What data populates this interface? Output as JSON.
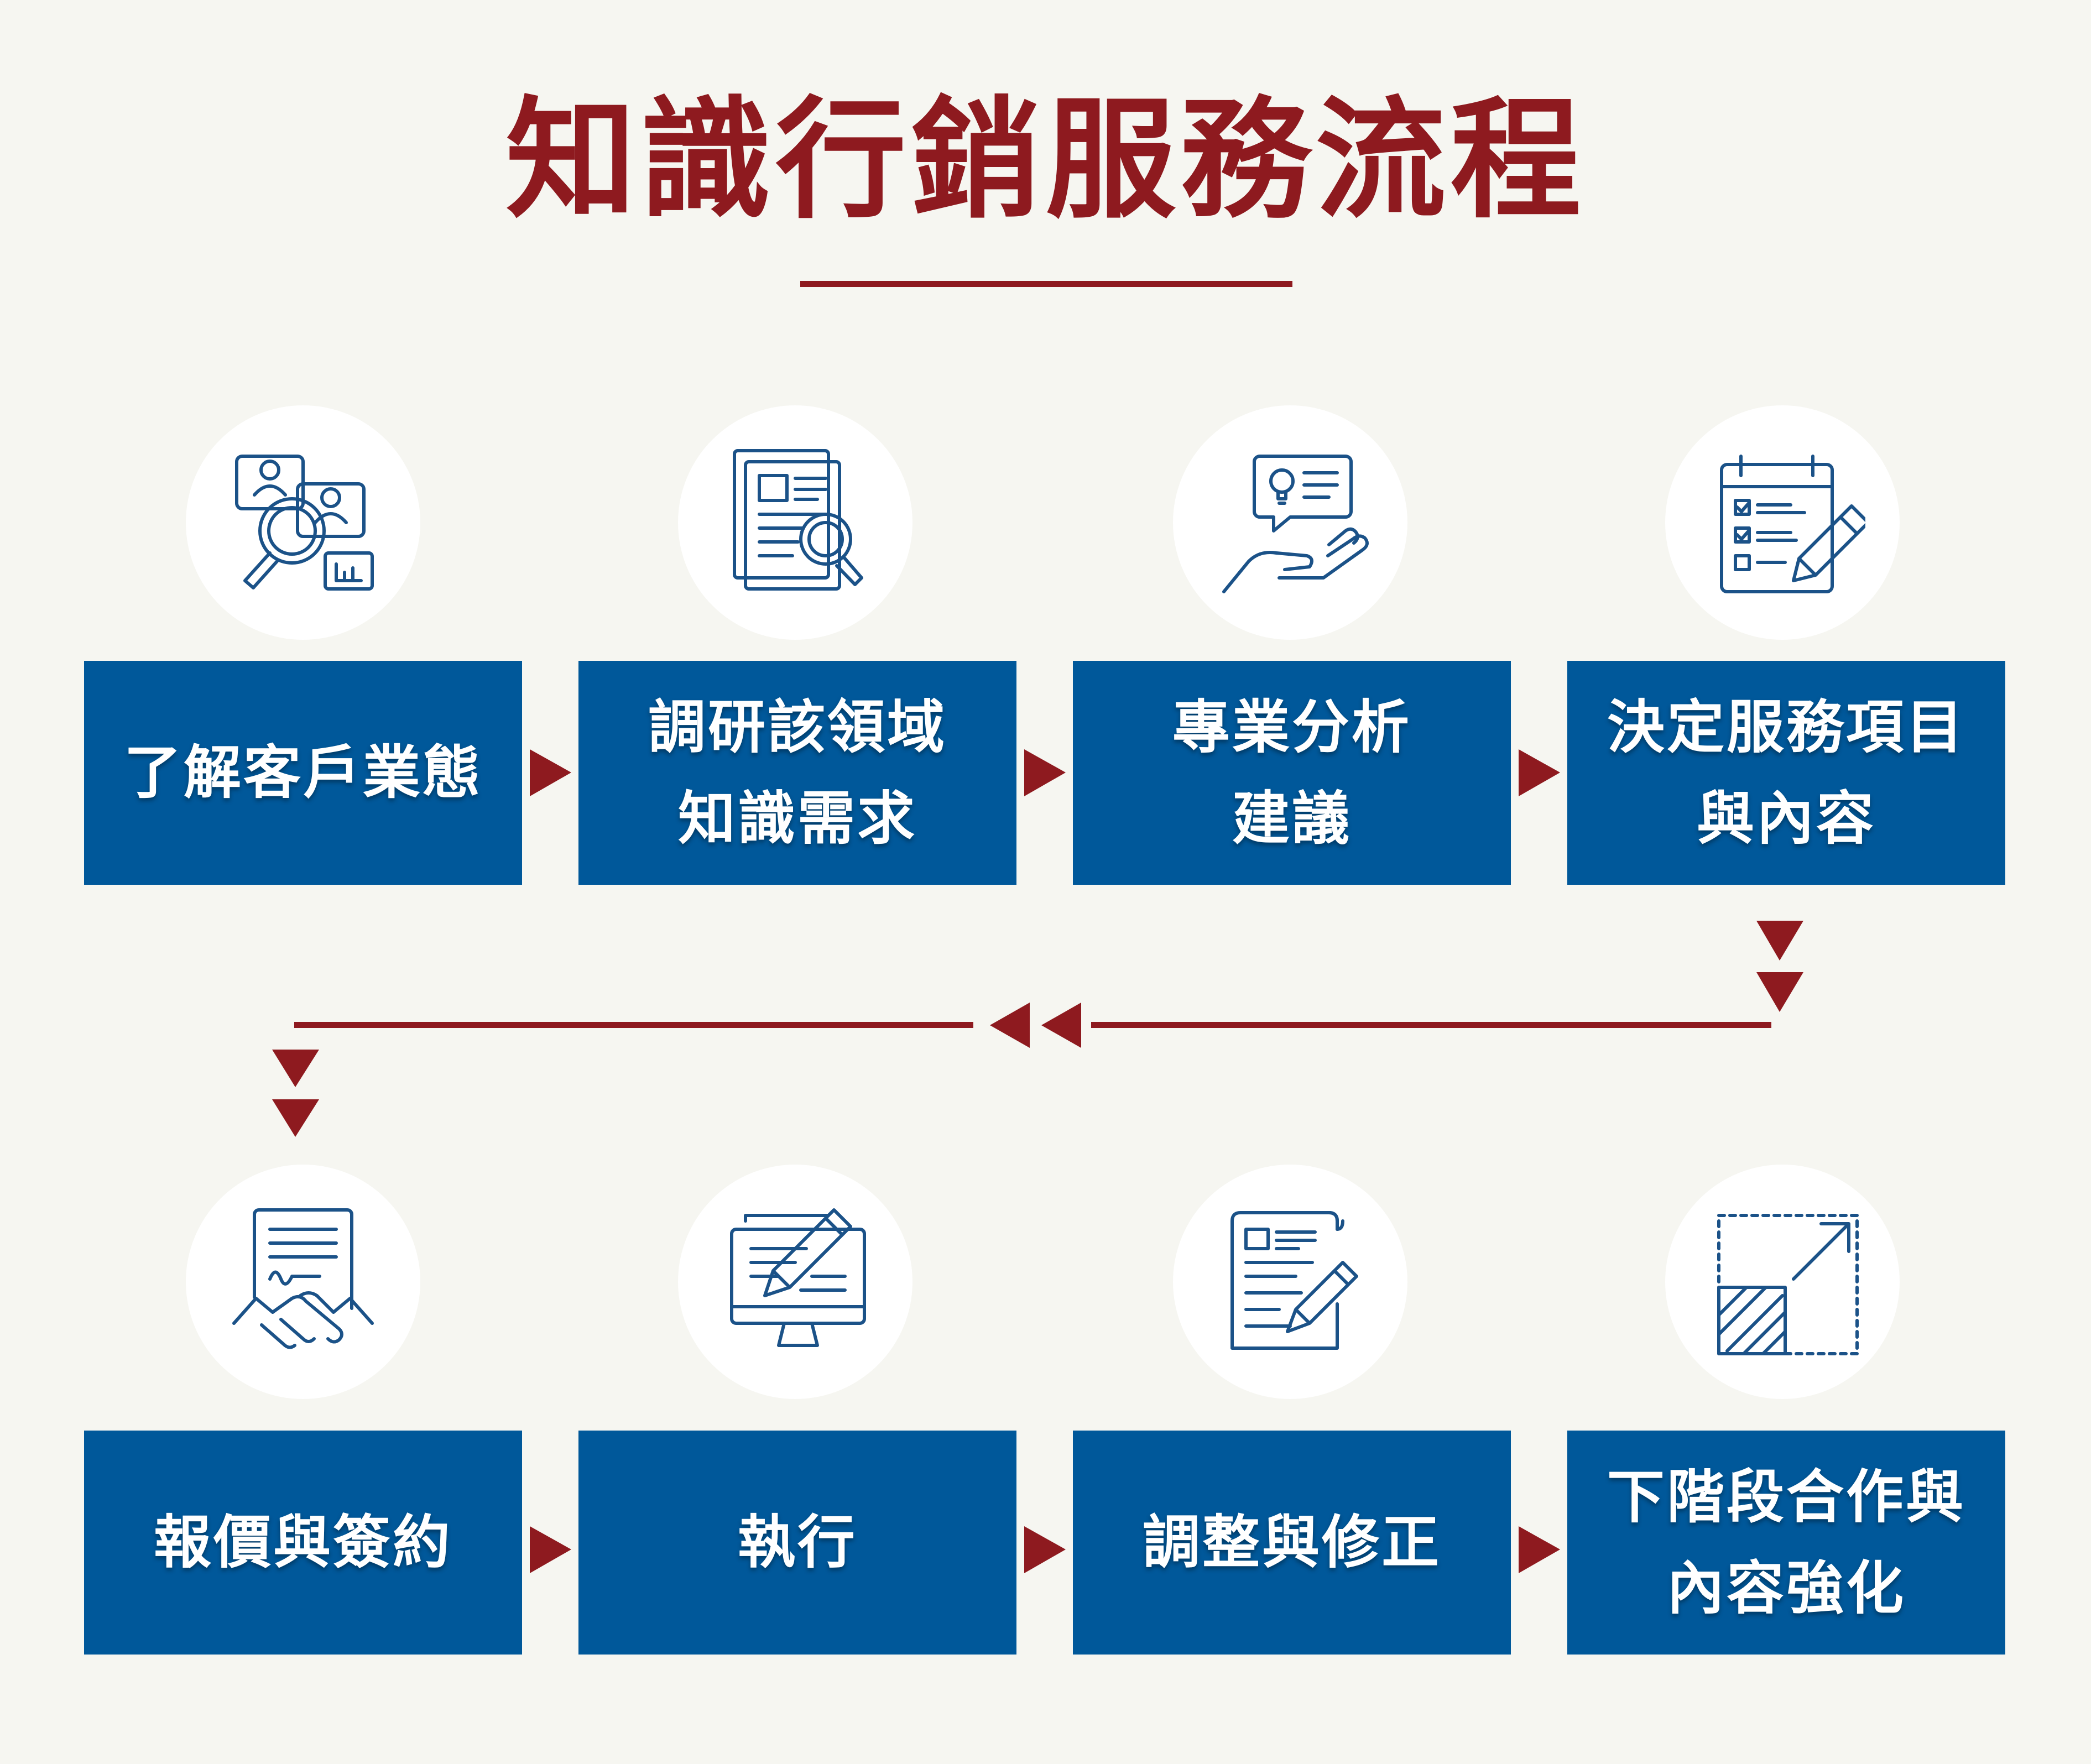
{
  "title": "知識行銷服務流程",
  "colors": {
    "accent": "#8e1a1f",
    "box": "#00589a",
    "background": "#f6f6f1",
    "icon": "#1b5288"
  },
  "steps": [
    {
      "line1": "了解客戶業態",
      "line2": "",
      "icon": "people-search-icon"
    },
    {
      "line1": "調研該領域",
      "line2": "知識需求",
      "icon": "document-search-icon"
    },
    {
      "line1": "專業分析",
      "line2": "建議",
      "icon": "hand-idea-icon"
    },
    {
      "line1": "決定服務項目",
      "line2": "與內容",
      "icon": "checklist-pencil-icon"
    },
    {
      "line1": "報價與簽約",
      "line2": "",
      "icon": "handshake-contract-icon"
    },
    {
      "line1": "執行",
      "line2": "",
      "icon": "monitor-pencil-icon"
    },
    {
      "line1": "調整與修正",
      "line2": "",
      "icon": "document-edit-icon"
    },
    {
      "line1": "下階段合作與",
      "line2": "內容強化",
      "icon": "scale-up-icon"
    }
  ]
}
